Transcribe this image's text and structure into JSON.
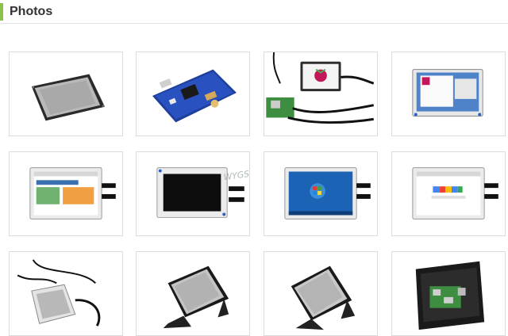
{
  "section": {
    "title": "Photos"
  },
  "photos": [
    {
      "subject": "lcd-display-front"
    },
    {
      "subject": "lcd-driver-board-back"
    },
    {
      "subject": "raspberry-pi-display-setup"
    },
    {
      "subject": "display-desktop-screen"
    },
    {
      "subject": "display-webpage-hdmi"
    },
    {
      "subject": "display-black-screen"
    },
    {
      "subject": "display-windows7"
    },
    {
      "subject": "display-google-browser"
    },
    {
      "subject": "display-with-cables"
    },
    {
      "subject": "display-with-stand"
    },
    {
      "subject": "display-in-holder"
    },
    {
      "subject": "case-with-raspberry-pi"
    }
  ],
  "watermark": "WYGStudy"
}
